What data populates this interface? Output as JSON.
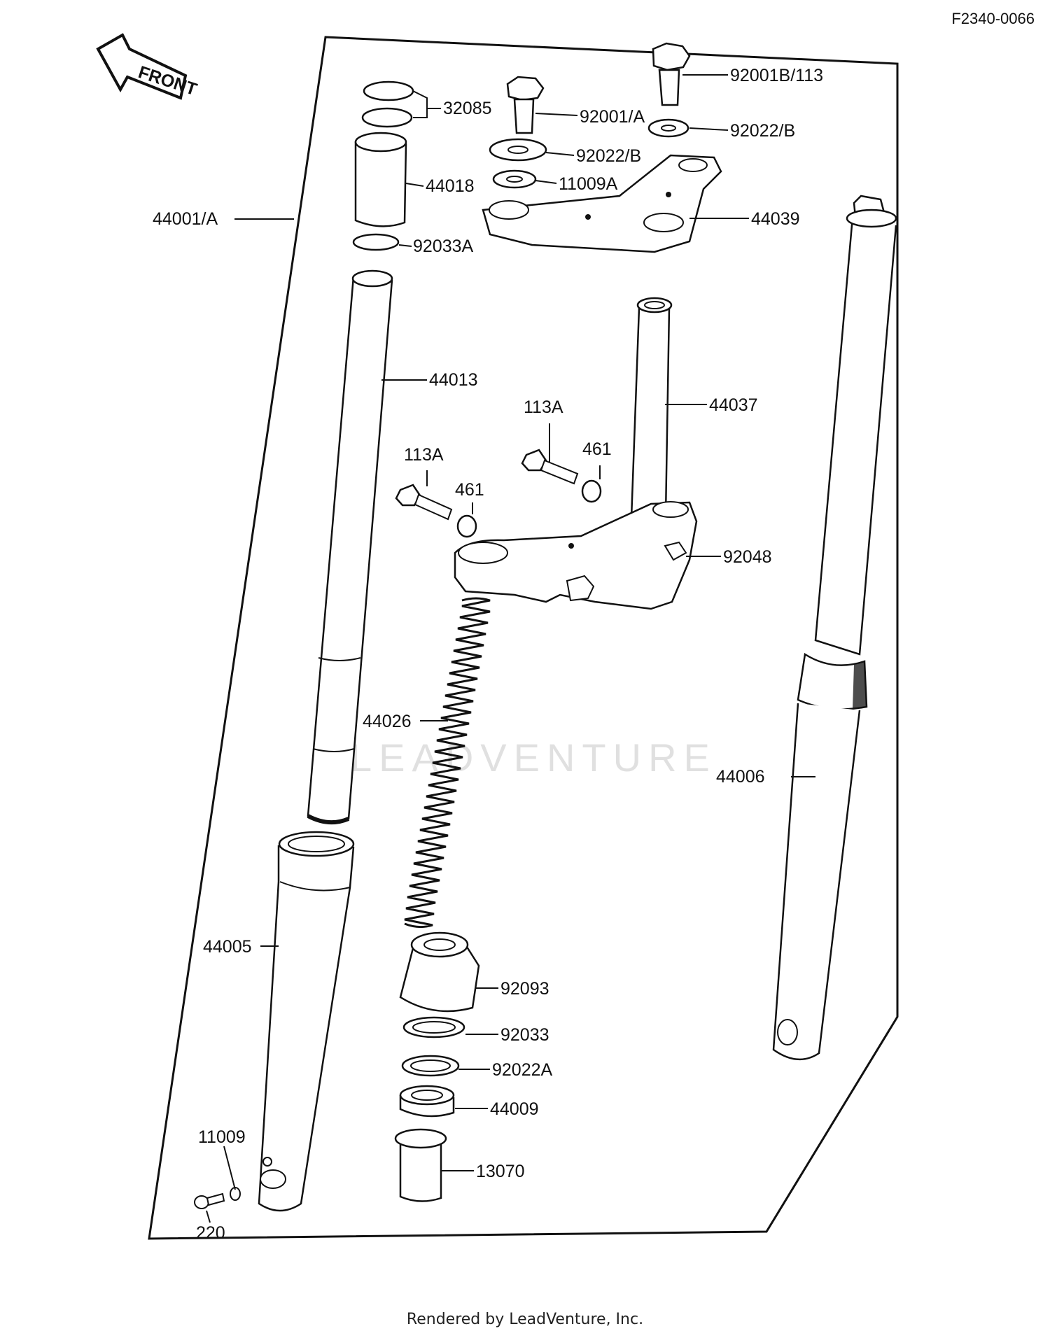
{
  "diagram": {
    "code": "F2340-0066",
    "footer": "Rendered by LeadVenture, Inc.",
    "watermark": "LEADVENTURE",
    "front_indicator": "FRONT"
  },
  "callouts": {
    "p92001b_113": "92001B/113",
    "p32085": "32085",
    "p92001a": "92001/A",
    "p92022b_upper": "92022/B",
    "p92022b_lower": "92022/B",
    "p44018": "44018",
    "p11009a": "11009A",
    "p44001a": "44001/A",
    "p44039": "44039",
    "p92033a": "92033A",
    "p44013": "44013",
    "p44037": "44037",
    "p113a_right": "113A",
    "p461_right": "461",
    "p113a_left": "113A",
    "p461_left": "461",
    "p92048": "92048",
    "p44026": "44026",
    "p44006": "44006",
    "p44005": "44005",
    "p92093": "92093",
    "p92033": "92033",
    "p92022a": "92022A",
    "p44009": "44009",
    "p11009": "11009",
    "p13070": "13070",
    "p220": "220"
  }
}
